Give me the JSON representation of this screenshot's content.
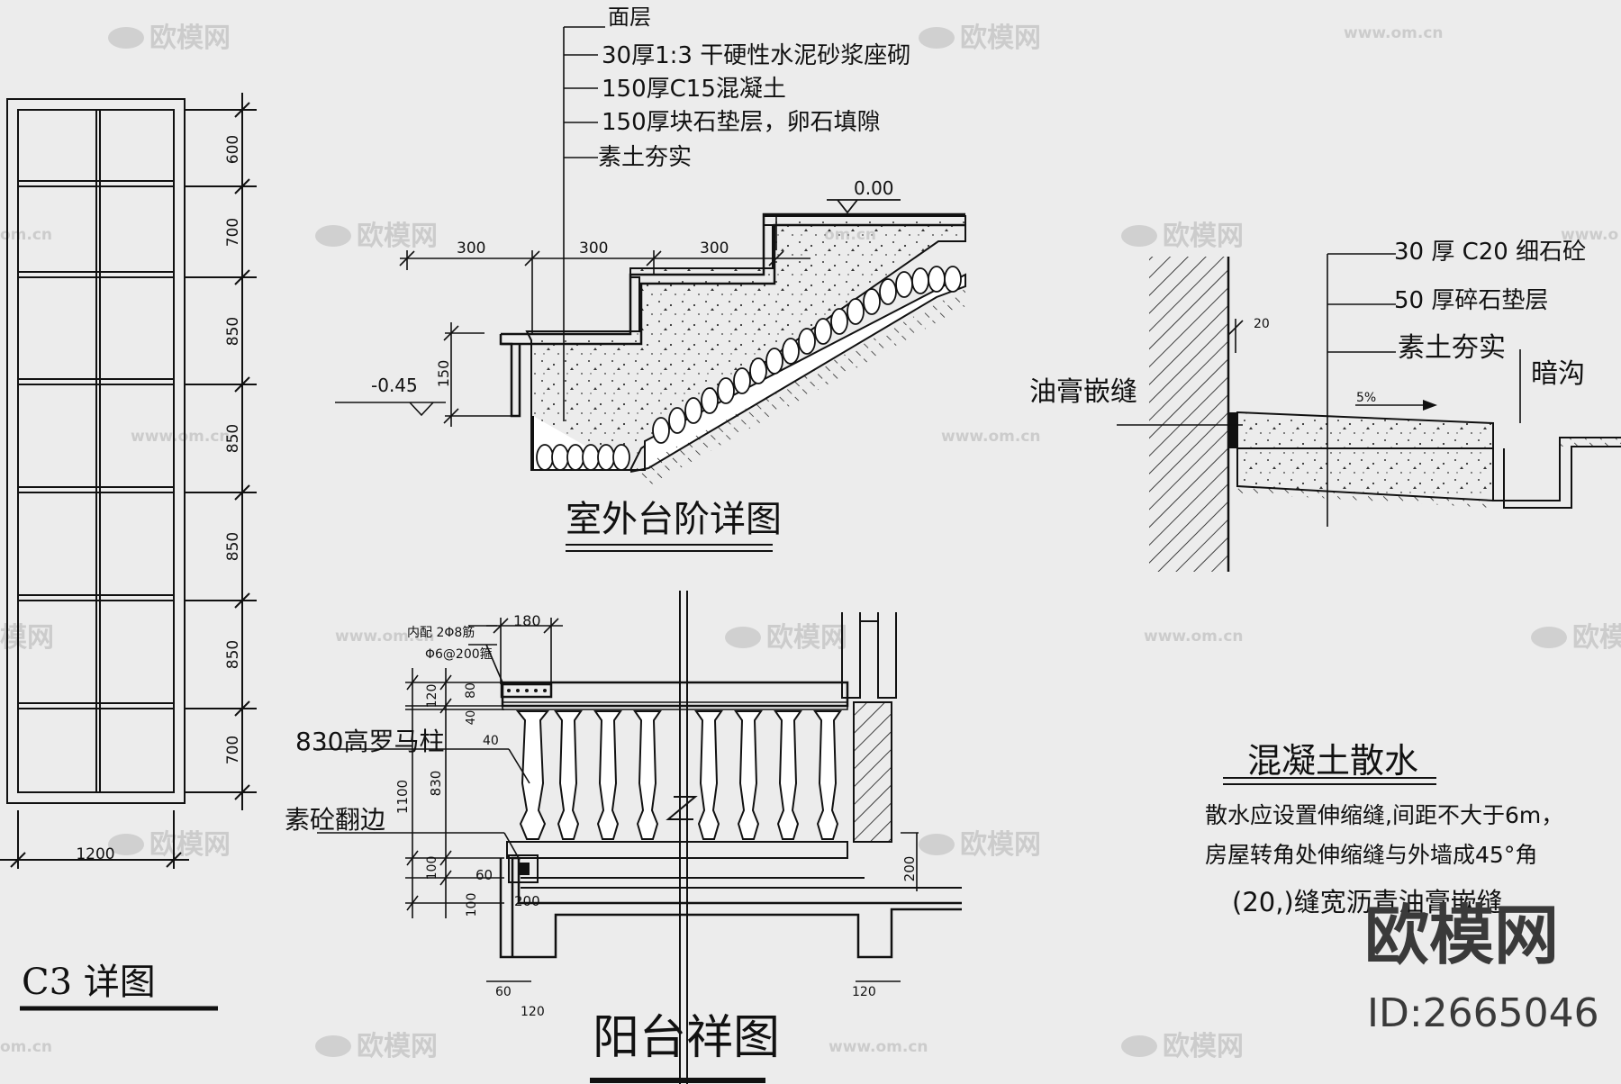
{
  "watermark": {
    "brand": "欧模网",
    "url": "www.om.cn",
    "url_short": "om.cn",
    "url_partial": "www.o",
    "brand_partial": "模网",
    "brand_edge": "欧"
  },
  "window_detail": {
    "dims": [
      "600",
      "700",
      "850",
      "850",
      "850",
      "850",
      "700"
    ],
    "width": "1200",
    "title": "C3 详图"
  },
  "steps_detail": {
    "layers": [
      "面层",
      "30厚1:3 干硬性水泥砂浆座砌",
      "150厚C15混凝土",
      "150厚块石垫层，卵石填隙",
      "素土夯实"
    ],
    "treads": [
      "300",
      "300",
      "300"
    ],
    "top_level": "0.00",
    "bottom_level": "-0.45",
    "riser": "150",
    "title": "室外台阶详图"
  },
  "apron_detail": {
    "layers": [
      "30 厚 C20 细石砼",
      "50 厚碎石垫层",
      "素土夯实"
    ],
    "joint_label": "油膏嵌缝",
    "joint_width": "20",
    "slope": "5%",
    "drain_label": "暗沟",
    "title": "混凝土散水",
    "notes": [
      "散水应设置伸缩缝,间距不大于6m，",
      "房屋转角处伸缩缝与外墙成45°角",
      "(20,)缝宽沥青油膏嵌缝"
    ]
  },
  "balcony_detail": {
    "rebar_1": "内配 2Φ8筋",
    "rebar_2": "Φ6@200箍",
    "dim_top": "180",
    "dims_left": [
      "120",
      "80",
      "40",
      "1100",
      "830",
      "100",
      "100"
    ],
    "dim_40": "40",
    "dim_60": "60",
    "dim_200": "200",
    "dim_200_right": "200",
    "dims_bottom": [
      "60",
      "120",
      "120"
    ],
    "column_label": "830高罗马柱",
    "edge_label": "素砼翻边",
    "title": "阳台祥图"
  },
  "brand": {
    "name": "欧模网",
    "id": "ID:2665046"
  }
}
